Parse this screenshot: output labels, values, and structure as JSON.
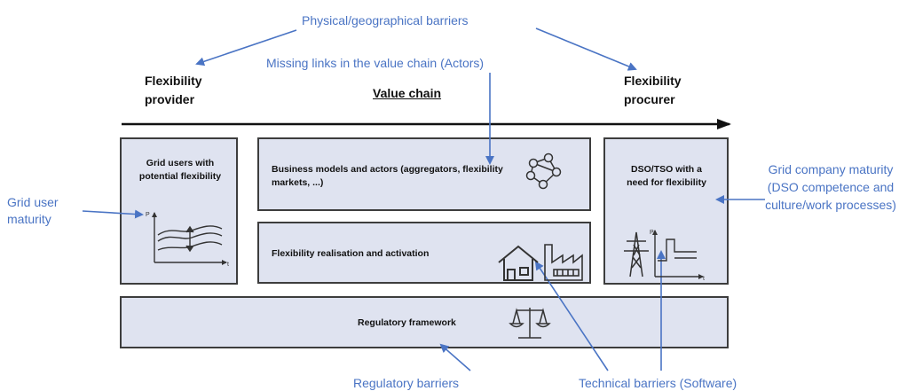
{
  "barriers": {
    "physical": "Physical/geographical barriers",
    "missing_links": "Missing links in the value chain (Actors)",
    "grid_user_maturity": "Grid user maturity",
    "grid_company_maturity": "Grid company maturity (DSO competence and culture/work processes)",
    "regulatory": "Regulatory barriers",
    "technical": "Technical barriers (Software)"
  },
  "headers": {
    "provider": "Flexibility provider",
    "value_chain": "Value chain",
    "procurer": "Flexibility procurer"
  },
  "boxes": {
    "grid_users": "Grid users with potential flexibility",
    "business_models": "Business models and actors (aggregators, flexibility markets, ...)",
    "realisation": "Flexibility realisation and activation",
    "dso_tso": "DSO/TSO with a need for flexibility",
    "regulatory": "Regulatory framework"
  },
  "icons": [
    "chart-icon",
    "network-icon",
    "house-icon",
    "factory-icon",
    "pylon-icon",
    "step-chart-icon",
    "scales-icon"
  ],
  "colors": {
    "accent": "#4a74c4",
    "box_fill": "#dfe3f0",
    "box_border": "#3d3d3d"
  }
}
